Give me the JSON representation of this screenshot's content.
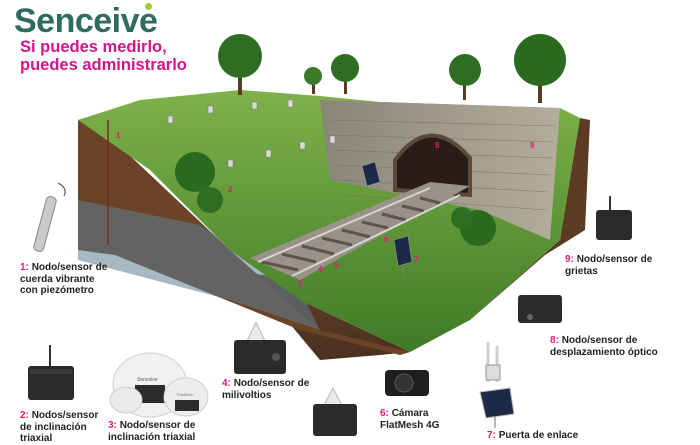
{
  "brand": {
    "name": "Senceive",
    "accent": "#e2197c",
    "logo_color": "#2f6b5f"
  },
  "tagline": {
    "line1": "Si puedes medirlo,",
    "line2": "puedes administrarlo"
  },
  "markers": [
    "1",
    "2",
    "3",
    "4",
    "5",
    "6",
    "7",
    "8",
    "9"
  ],
  "labels": [
    {
      "num": "1:",
      "text": "Nodo/sensor de cuerda vibrante con piezómetro"
    },
    {
      "num": "2:",
      "text": "Nodos/sensor de inclinación triaxial"
    },
    {
      "num": "3:",
      "text": "Nodo/sensor de inclinación triaxial"
    },
    {
      "num": "4:",
      "text": "Nodo/sensor de milivoltios"
    },
    {
      "num": "6:",
      "text": "Cámara FlatMesh 4G"
    },
    {
      "num": "7:",
      "text": "Puerta de enlace"
    },
    {
      "num": "8:",
      "text": "Nodo/sensor de desplazamiento óptico"
    },
    {
      "num": "9:",
      "text": "Nodo/sensor de grietas"
    }
  ],
  "product_labels": {
    "brand_small": "Senceive",
    "model_small": "FlatMesh"
  },
  "icons": [
    "piezometer-sensor-icon",
    "tilt-node-icon",
    "dome-sensor-icon",
    "millivolt-node-icon",
    "camera-icon",
    "gateway-icon",
    "optical-node-icon",
    "crack-node-icon"
  ]
}
